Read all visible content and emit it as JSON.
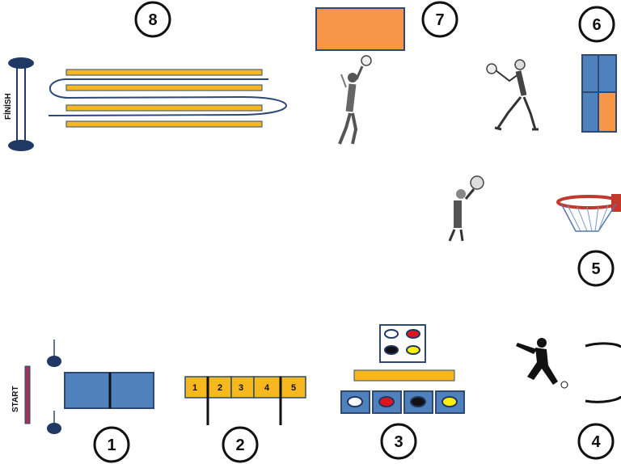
{
  "stations": [
    {
      "number": "1"
    },
    {
      "number": "2"
    },
    {
      "number": "3"
    },
    {
      "number": "4"
    },
    {
      "number": "5"
    },
    {
      "number": "6"
    },
    {
      "number": "7"
    },
    {
      "number": "8"
    }
  ],
  "labels": {
    "start": "START",
    "finish": "FİNİSH"
  },
  "hurdle_numbers": [
    "1",
    "2",
    "3",
    "4",
    "5"
  ],
  "colors": {
    "yellow": "#F6B81E",
    "blue": "#4F81BD",
    "orange": "#F79646",
    "navy": "#1F3864",
    "white_disc": "#FFFFFF",
    "red_disc": "#E0141E",
    "black_disc": "#111111",
    "yellow_disc": "#FFF200",
    "start_bar": "#A0335A",
    "outline": "#2E4A74"
  }
}
